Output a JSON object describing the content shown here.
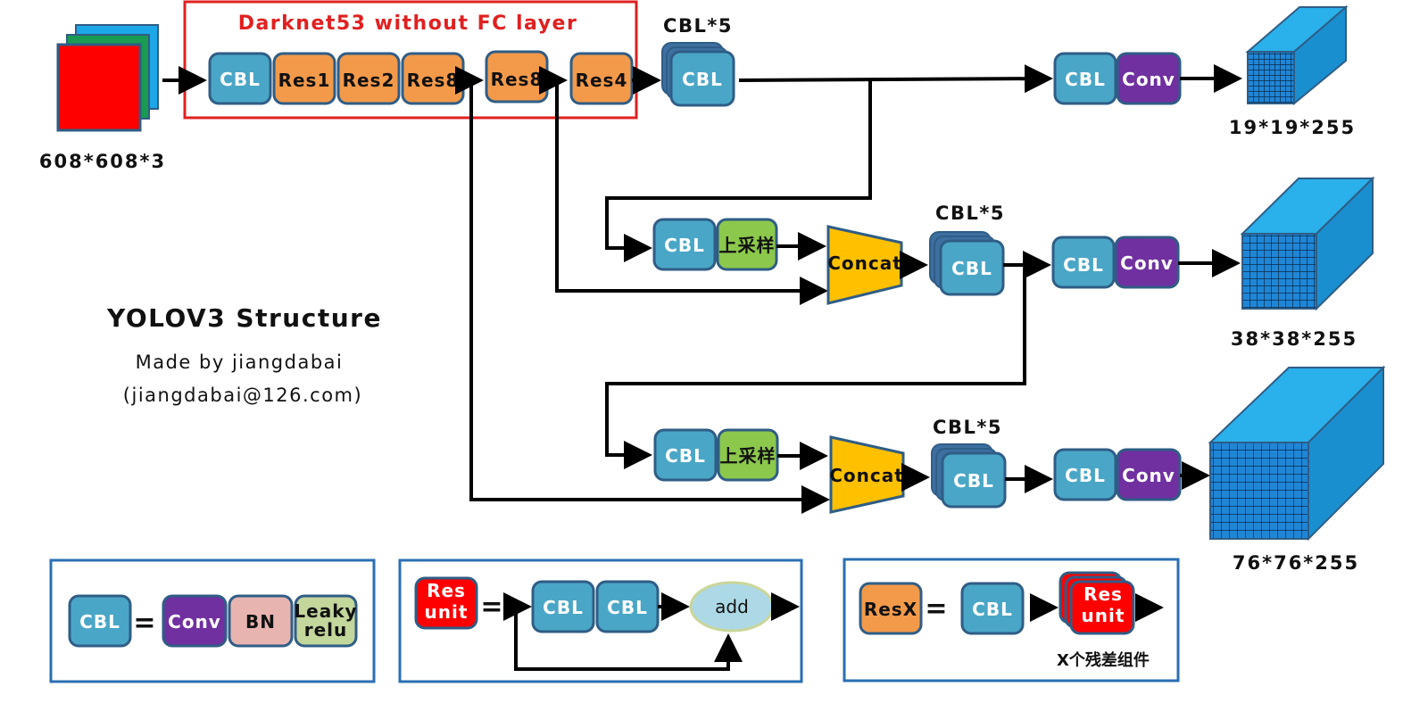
{
  "diagram": {
    "backbone_title": "Darknet53 without FC layer",
    "input_dim": "608*608*3",
    "block_labels": {
      "cbl": "CBL",
      "res1": "Res1",
      "res2": "Res2",
      "res8": "Res8",
      "res4": "Res4",
      "conv": "Conv",
      "upsample": "上采样",
      "concat": "Concat"
    },
    "cbl5_label": "CBL*5",
    "outputs": [
      "19*19*255",
      "38*38*255",
      "76*76*255"
    ],
    "title": "YOLOV3 Structure",
    "author": "Made by jiangdabai",
    "email": "(jiangdabai@126.com)",
    "colors": {
      "cbl": "#4aa6c6",
      "res": "#f39a4a",
      "conv": "#7030a0",
      "upsample": "#8cc84b",
      "concat": "#ffc000",
      "bn": "#e8b4b0",
      "leaky": "#c3d69b",
      "res_unit": "#ff0000",
      "cube_front": "#1f86d6",
      "backbone_frame": "#e02020",
      "legend_border": "#2a6fb3"
    }
  },
  "legend": {
    "cbl_eq": {
      "lhs": "CBL",
      "eq": "=",
      "parts": [
        "Conv",
        "BN",
        "Leaky",
        "relu"
      ]
    },
    "res_unit_eq": {
      "lhs_top": "Res",
      "lhs_bottom": "unit",
      "eq": "=",
      "parts": [
        "CBL",
        "CBL"
      ],
      "add": "add"
    },
    "resx_eq": {
      "lhs": "ResX",
      "eq": "=",
      "cbl": "CBL",
      "unit_top": "Res",
      "unit_bottom": "unit",
      "caption": "X个残差组件"
    }
  }
}
